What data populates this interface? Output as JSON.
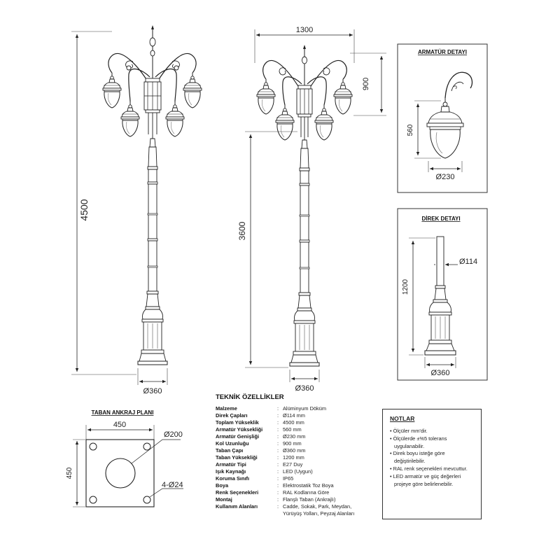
{
  "left_elevation": {
    "height_dim": "4500",
    "base_dim": "Ø360"
  },
  "center_elevation": {
    "width_dim": "1300",
    "arm_dim": "900",
    "pole_dim": "3600",
    "base_dim": "Ø360"
  },
  "fixture_detail": {
    "title": "ARMATÜR DETAYI",
    "height_dim": "560",
    "diameter_dim": "Ø230"
  },
  "pole_detail": {
    "title": "DİREK DETAYI",
    "pole_diameter": "Ø114",
    "height_dim": "1200",
    "base_dim": "Ø360"
  },
  "anchor_plan": {
    "title": "TABAN ANKRAJ PLANI",
    "width_dim": "450",
    "height_dim": "450",
    "hole_dim": "Ø200",
    "bolt_dim": "4-Ø24"
  },
  "specs": {
    "title": "TEKNİK ÖZELLİKLER",
    "rows": [
      {
        "key": "Malzeme",
        "value": "Alüminyum Döküm"
      },
      {
        "key": "Direk Çapları",
        "value": "Ø114 mm"
      },
      {
        "key": "Toplam Yükseklik",
        "value": "4500 mm"
      },
      {
        "key": "Armatür Yüksekliği",
        "value": "560 mm"
      },
      {
        "key": "Armatür Genişliği",
        "value": "Ø230 mm"
      },
      {
        "key": "Kol Uzunluğu",
        "value": "900 mm"
      },
      {
        "key": "Taban Çapı",
        "value": "Ø360 mm"
      },
      {
        "key": "Taban Yüksekliği",
        "value": "1200 mm"
      },
      {
        "key": "Armatür Tipi",
        "value": "E27 Duy"
      },
      {
        "key": "Işık Kaynağı",
        "value": "LED (Uygun)"
      },
      {
        "key": "Koruma Sınıfı",
        "value": "IP65"
      },
      {
        "key": "Boya",
        "value": "Elektrostatik Toz Boya"
      },
      {
        "key": "Renk Seçenekleri",
        "value": "RAL Kodlarına Göre"
      },
      {
        "key": "Montaj",
        "value": "Flanşlı Taban (Ankrajlı)"
      },
      {
        "key": "Kullanım Alanları",
        "value": "Cadde, Sokak, Park, Meydan,"
      },
      {
        "key": "",
        "value": "Yürüyüş Yolları, Peyzaj Alanları"
      }
    ]
  },
  "notes": {
    "title": "NOTLAR",
    "items": [
      "Ölçüler mm'dir.",
      "Ölçülerde ±%5 tolerans uygulanabilir.",
      "Direk boyu isteğe göre değiştirilebilir.",
      "RAL renk seçenekleri mevcuttur.",
      "LED armatür ve güç değerleri projeye göre belirlenebilir."
    ]
  }
}
